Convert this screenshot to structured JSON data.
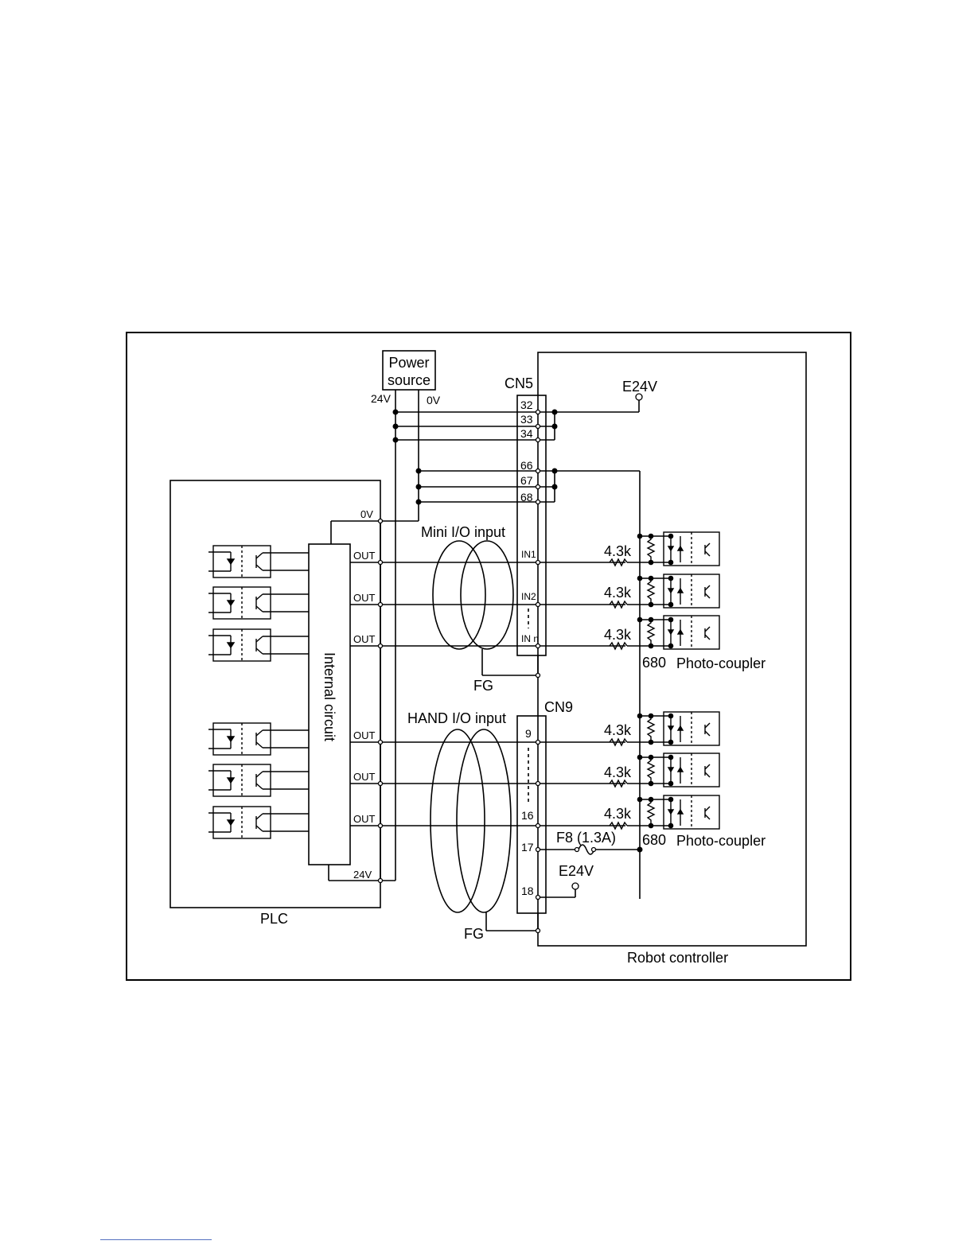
{
  "labels": {
    "power_source_1": "Power",
    "power_source_2": "source",
    "v24_top": "24V",
    "v0_top": "0V",
    "cn5": "CN5",
    "e24v_top": "E24V",
    "pins_top": [
      "32",
      "33",
      "34",
      "66",
      "67",
      "68"
    ],
    "plc_0v": "0V",
    "mini_io": "Mini I/O input",
    "in1": "IN1",
    "in2": "IN2",
    "inn": "IN n",
    "out": "OUT",
    "internal_circuit": "Internal circuit",
    "fg": "FG",
    "cn9": "CN9",
    "hand_io": "HAND I/O input",
    "pin9": "9",
    "pin16": "16",
    "pin17": "17",
    "pin18": "18",
    "res": "4.3k",
    "r680": "680",
    "photo": "Photo-coupler",
    "fuse": "F8 (1.3A)",
    "e24v_bottom": "E24V",
    "plc_24v": "24V",
    "plc": "PLC",
    "robot_controller": "Robot controller"
  }
}
